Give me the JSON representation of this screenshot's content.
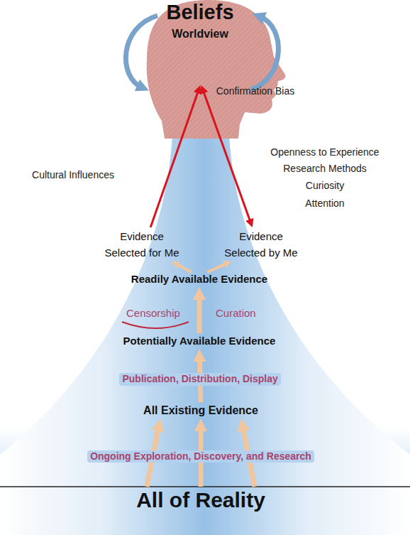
{
  "diagram": {
    "nodes": [
      {
        "text": [
          "Beliefs",
          "Worldview"
        ]
      },
      {
        "text": [
          "Confirmation Bias"
        ],
        "in": 0
      },
      {
        "text": [
          "Evidence Selected for Me"
        ]
      },
      {
        "text": [
          "Evidence Selected by Me"
        ]
      },
      {
        "text": [
          "Readily Available Evidence"
        ]
      },
      {
        "text": [
          "Potentially Available Evidence"
        ]
      },
      {
        "text": [
          "All Existing Evidence"
        ]
      },
      {
        "text": [
          "All of Reality"
        ]
      }
    ],
    "edges": [
      {
        "from": 2,
        "to": 1,
        "arrow": "to"
      },
      {
        "from": 1,
        "to": 3,
        "arrow": "both"
      },
      {
        "from": 4,
        "to": 2,
        "arrow": "to"
      },
      {
        "from": 4,
        "to": 3,
        "arrow": "to"
      },
      {
        "from": 5,
        "to": 4,
        "arrow": "to"
      },
      {
        "from": 6,
        "to": 5,
        "label": "Publication, Distribution, Display",
        "arrow": "to"
      },
      {
        "from": 7,
        "to": 6,
        "arrow": "to"
      },
      {
        "from": 7,
        "to": 6,
        "label": "Ongoing Exploration, Discovery, and Research",
        "arrow": "to"
      },
      {
        "from": 7,
        "to": 6,
        "arrow": "to"
      }
    ],
    "labels": [
      "Cultural Influences",
      "Openness to Experience",
      "Research Methods",
      "Curiosity",
      "Attention",
      "Censorship",
      "Curation"
    ]
  }
}
